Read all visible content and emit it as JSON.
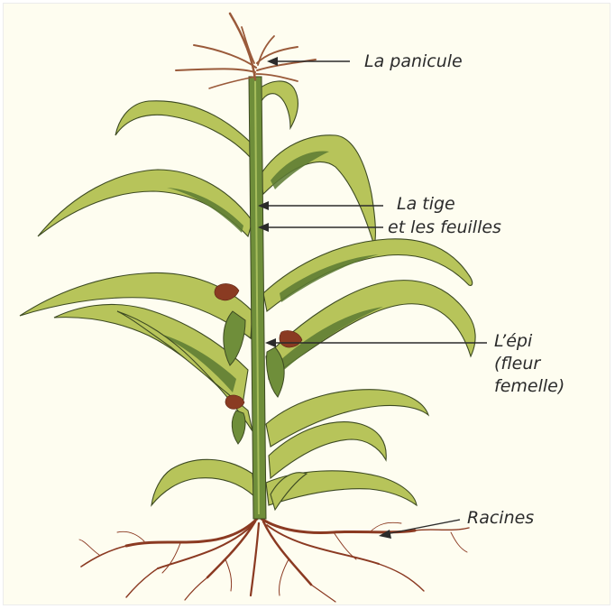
{
  "diagram": {
    "labels": {
      "panicle": "La panicule",
      "stem_line1": "La tige",
      "stem_line2": "et les feuilles",
      "ear_line1": "L’épi",
      "ear_line2": "(fleur",
      "ear_line3": "femelle)",
      "roots": "Racines"
    }
  }
}
